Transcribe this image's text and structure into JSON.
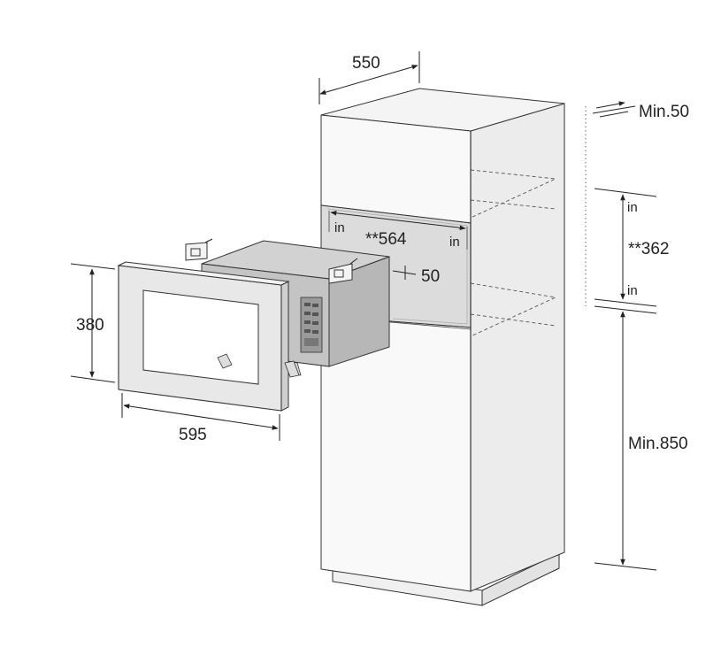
{
  "dimensions": {
    "cabinet_depth": "550",
    "top_clearance": "Min.50",
    "opening_width": "**564",
    "opening_height": "**362",
    "floor_height": "Min.850",
    "frame_height": "380",
    "frame_width": "595",
    "side_gap": "50"
  },
  "markers": {
    "in_left": "in",
    "in_right": "in",
    "in_top": "in",
    "in_bottom": "in"
  },
  "colors": {
    "cabinet_face": "#f7f7f7",
    "cabinet_side": "#e9e9e9",
    "cabinet_top": "#f2f2f2",
    "niche": "#d9d9d9",
    "microwave_body": "#c8c8c8",
    "frame": "#e4e4e4",
    "line": "#222222"
  }
}
